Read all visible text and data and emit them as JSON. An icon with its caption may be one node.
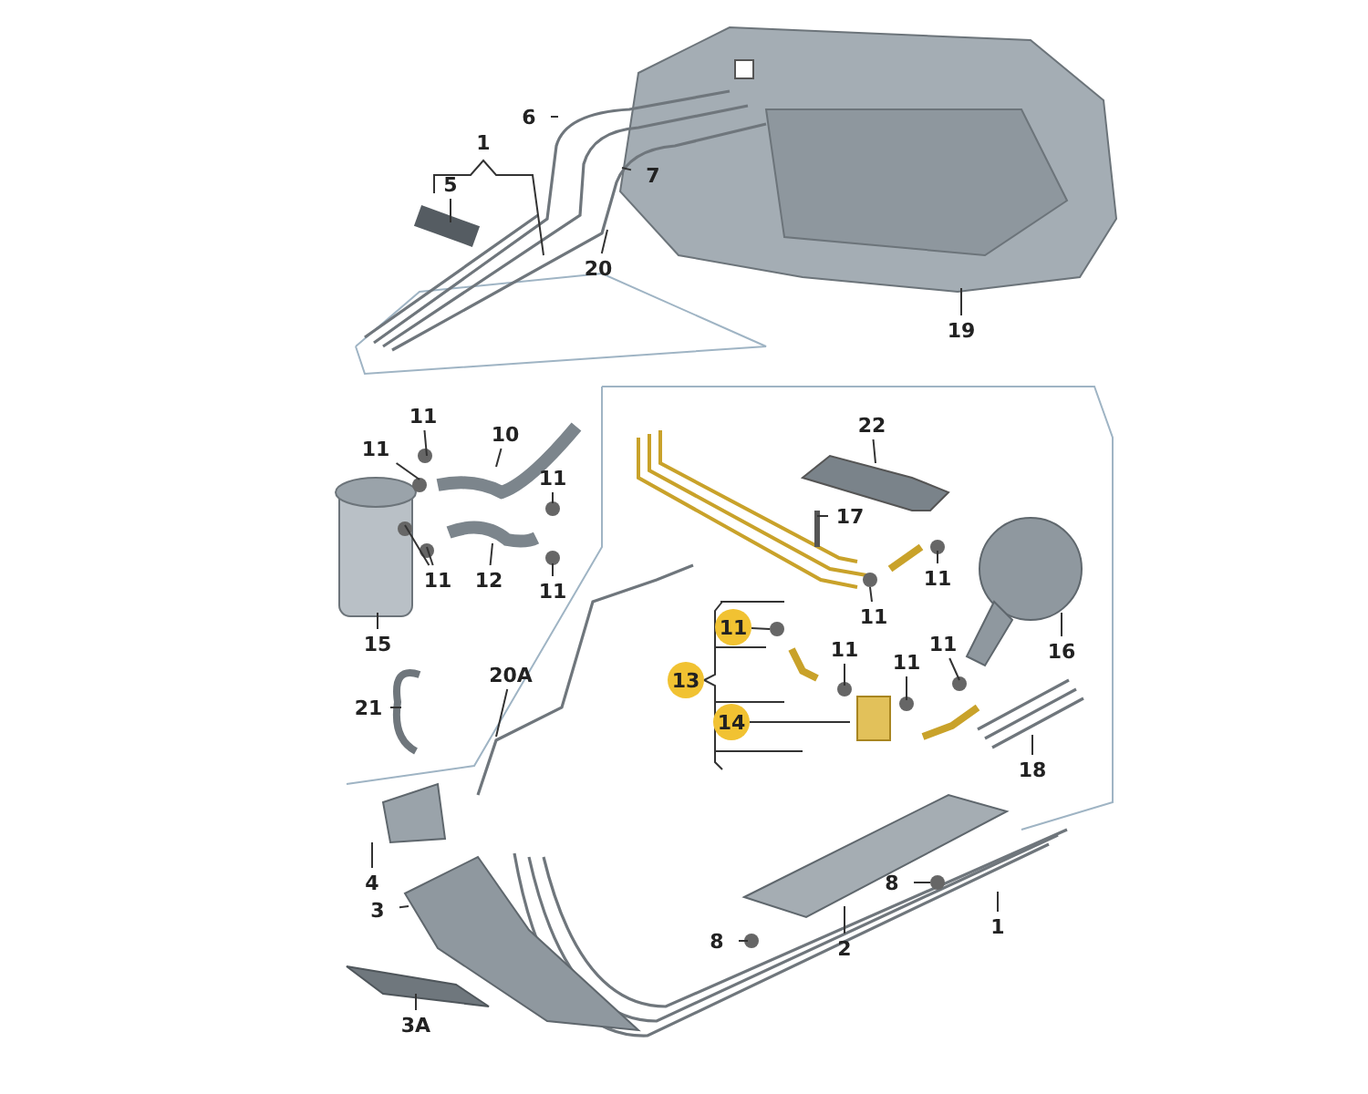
{
  "diagram": {
    "nodes": [
      {
        "text": [
          "6"
        ]
      },
      {
        "text": [
          "1"
        ]
      },
      {
        "text": [
          "7"
        ]
      },
      {
        "text": [
          "5"
        ]
      },
      {
        "text": [
          "20"
        ]
      },
      {
        "text": [
          "19"
        ]
      },
      {
        "text": [
          "11"
        ]
      },
      {
        "text": [
          "22"
        ]
      },
      {
        "text": [
          "10"
        ]
      },
      {
        "text": [
          "11"
        ]
      },
      {
        "text": [
          "11"
        ]
      },
      {
        "text": [
          "17"
        ]
      },
      {
        "text": [
          "11"
        ]
      },
      {
        "text": [
          "11"
        ]
      },
      {
        "text": [
          "12"
        ]
      },
      {
        "text": [
          "11"
        ]
      },
      {
        "text": [
          "11"
        ]
      },
      {
        "text": [
          "11"
        ]
      },
      {
        "text": [
          "11"
        ]
      },
      {
        "text": [
          "11"
        ]
      },
      {
        "text": [
          "15"
        ]
      },
      {
        "text": [
          "16"
        ]
      },
      {
        "text": [
          "11"
        ]
      },
      {
        "text": [
          "13"
        ]
      },
      {
        "text": [
          "20A"
        ]
      },
      {
        "text": [
          "21"
        ]
      },
      {
        "text": [
          "14"
        ]
      },
      {
        "text": [
          "18"
        ]
      },
      {
        "text": [
          "4"
        ]
      },
      {
        "text": [
          "8"
        ]
      },
      {
        "text": [
          "3"
        ]
      },
      {
        "text": [
          "2"
        ]
      },
      {
        "text": [
          "1"
        ]
      },
      {
        "text": [
          "8"
        ]
      },
      {
        "text": [
          "3A"
        ]
      }
    ],
    "edges": [
      {
        "from": 0,
        "to": null,
        "arrow": "none"
      },
      {
        "from": 2,
        "to": null,
        "arrow": "none"
      },
      {
        "from": 3,
        "to": null,
        "arrow": "none"
      },
      {
        "from": 4,
        "to": null,
        "arrow": "none"
      },
      {
        "from": 5,
        "to": null,
        "arrow": "none"
      },
      {
        "from": 6,
        "to": null,
        "arrow": "none"
      },
      {
        "from": 7,
        "to": null,
        "arrow": "none"
      },
      {
        "from": 8,
        "to": null,
        "arrow": "none"
      },
      {
        "from": 9,
        "to": null,
        "arrow": "none"
      },
      {
        "from": 10,
        "to": null,
        "arrow": "none"
      },
      {
        "from": 11,
        "to": null,
        "arrow": "none"
      },
      {
        "from": 12,
        "to": null,
        "arrow": "none"
      },
      {
        "from": 12,
        "to": null,
        "arrow": "none"
      },
      {
        "from": 13,
        "to": null,
        "arrow": "none"
      },
      {
        "from": 14,
        "to": null,
        "arrow": "none"
      },
      {
        "from": 15,
        "to": null,
        "arrow": "none"
      },
      {
        "from": 16,
        "to": null,
        "arrow": "none"
      },
      {
        "from": 17,
        "to": null,
        "arrow": "none"
      },
      {
        "from": 18,
        "to": null,
        "arrow": "none"
      },
      {
        "from": 19,
        "to": null,
        "arrow": "none"
      },
      {
        "from": 20,
        "to": null,
        "arrow": "none"
      },
      {
        "from": 21,
        "to": null,
        "arrow": "none"
      },
      {
        "from": 22,
        "to": null,
        "arrow": "none"
      },
      {
        "from": 24,
        "to": null,
        "arrow": "none"
      },
      {
        "from": 25,
        "to": null,
        "arrow": "none"
      },
      {
        "from": 26,
        "to": null,
        "arrow": "none"
      },
      {
        "from": 27,
        "to": null,
        "arrow": "none"
      },
      {
        "from": 28,
        "to": null,
        "arrow": "none"
      },
      {
        "from": 29,
        "to": null,
        "arrow": "none"
      },
      {
        "from": 30,
        "to": null,
        "arrow": "none"
      },
      {
        "from": 31,
        "to": null,
        "arrow": "none"
      },
      {
        "from": 32,
        "to": null,
        "arrow": "none"
      },
      {
        "from": 33,
        "to": null,
        "arrow": "none"
      },
      {
        "from": 34,
        "to": null,
        "arrow": "none"
      }
    ]
  }
}
